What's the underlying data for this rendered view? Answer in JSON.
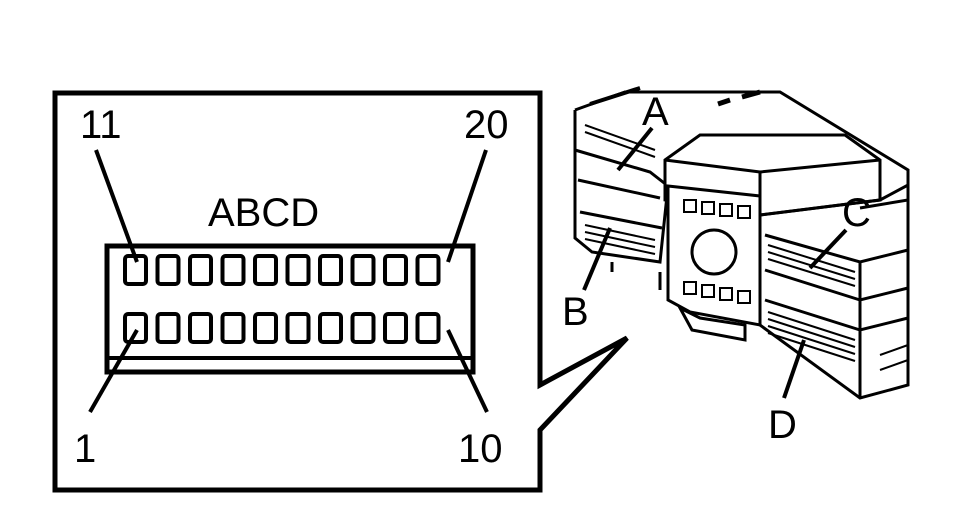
{
  "colors": {
    "ink": "#000000",
    "paper": "#ffffff"
  },
  "inset": {
    "pin_labels": {
      "top_left": "11",
      "top_right": "20",
      "bottom_left": "1",
      "bottom_right": "10"
    },
    "connector_label": "ABCD",
    "pins_per_row": 10,
    "rows": 2
  },
  "connector": {
    "labels": {
      "a": "A",
      "b": "B",
      "c": "C",
      "d": "D"
    }
  }
}
